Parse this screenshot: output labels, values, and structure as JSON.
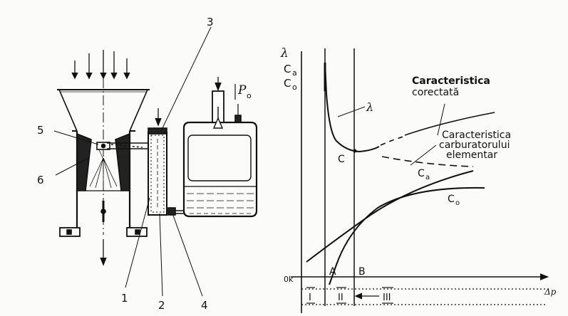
{
  "callouts": [
    "1",
    "2",
    "3",
    "4",
    "5",
    "6"
  ],
  "pressure_label": {
    "main": "P",
    "sub": "o"
  },
  "chart": {
    "y_axis_labels": [
      {
        "main": "λ",
        "sub": ""
      },
      {
        "main": "C",
        "sub": "a"
      },
      {
        "main": "C",
        "sub": "o"
      }
    ],
    "origin_label": "0k",
    "x_axis_label": "Δp",
    "points": [
      "A",
      "B",
      "C"
    ],
    "zones": [
      "I",
      "II",
      "III"
    ],
    "curve_labels": {
      "lambda": {
        "main": "λ",
        "sub": ""
      },
      "ca": {
        "main": "C",
        "sub": "a"
      },
      "co": {
        "main": "C",
        "sub": "o"
      }
    },
    "annotations": {
      "corrected": [
        "Caracteristica",
        "corectată"
      ],
      "elementary": [
        "Caracteristica",
        "carburatorului",
        "elementar"
      ]
    }
  }
}
